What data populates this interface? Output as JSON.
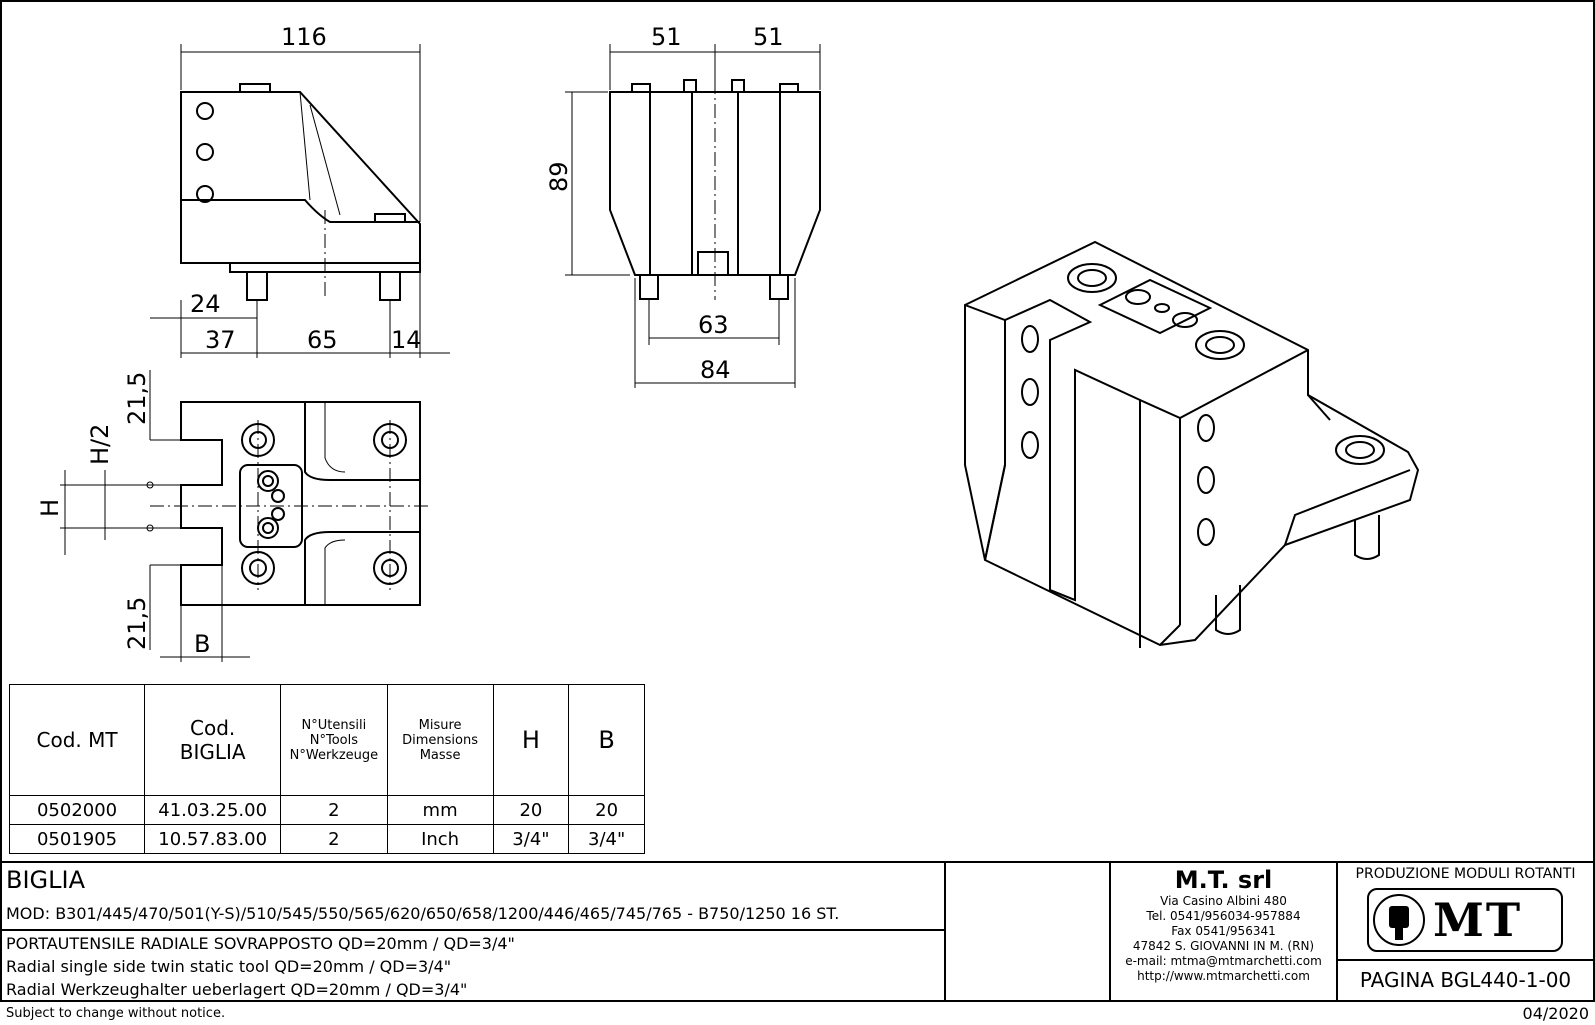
{
  "dimensions": {
    "d116": "116",
    "d24": "24",
    "d37": "37",
    "d65": "65",
    "d14": "14",
    "d51a": "51",
    "d51b": "51",
    "d89": "89",
    "d63": "63",
    "d84": "84",
    "d21_5a": "21,5",
    "d21_5b": "21,5",
    "h_half": "H/2",
    "h": "H",
    "b": "B"
  },
  "table": {
    "headers": {
      "cod_mt": "Cod. MT",
      "cod_biglia_1": "Cod.",
      "cod_biglia_2": "BIGLIA",
      "tools_1": "N°Utensili",
      "tools_2": "N°Tools",
      "tools_3": "N°Werkzeuge",
      "dims_1": "Misure",
      "dims_2": "Dimensions",
      "dims_3": "Masse",
      "h": "H",
      "b": "B"
    },
    "rows": [
      {
        "cod_mt": "0502000",
        "cod_biglia": "41.03.25.00",
        "tools": "2",
        "unit": "mm",
        "h": "20",
        "b": "20"
      },
      {
        "cod_mt": "0501905",
        "cod_biglia": "10.57.83.00",
        "tools": "2",
        "unit": "Inch",
        "h": "3/4\"",
        "b": "3/4\""
      }
    ]
  },
  "titleblock": {
    "brand": "BIGLIA",
    "models": "MOD: B301/445/470/501(Y-S)/510/545/550/565/620/650/658/1200/446/465/745/765 - B750/1250 16 ST.",
    "desc_it": "PORTAUTENSILE RADIALE SOVRAPPOSTO QD=20mm / QD=3/4\"",
    "desc_en": "Radial single side twin static tool QD=20mm / QD=3/4\"",
    "desc_de": "Radial Werkzeughalter ueberlagert QD=20mm / QD=3/4\"",
    "company": "M.T. srl",
    "addr1": "Via Casino Albini 480",
    "addr2": "Tel. 0541/956034-957884",
    "addr3": "Fax 0541/956341",
    "addr4": "47842 S. GIOVANNI IN M. (RN)",
    "addr5": "e-mail: mtma@mtmarchetti.com",
    "addr6": "http://www.mtmarchetti.com",
    "produzione": "PRODUZIONE MODULI ROTANTI",
    "logo_text": "MT",
    "page": "PAGINA BGL440-1-00"
  },
  "footer": {
    "notice": "Subject to change without notice.",
    "date": "04/2020"
  }
}
